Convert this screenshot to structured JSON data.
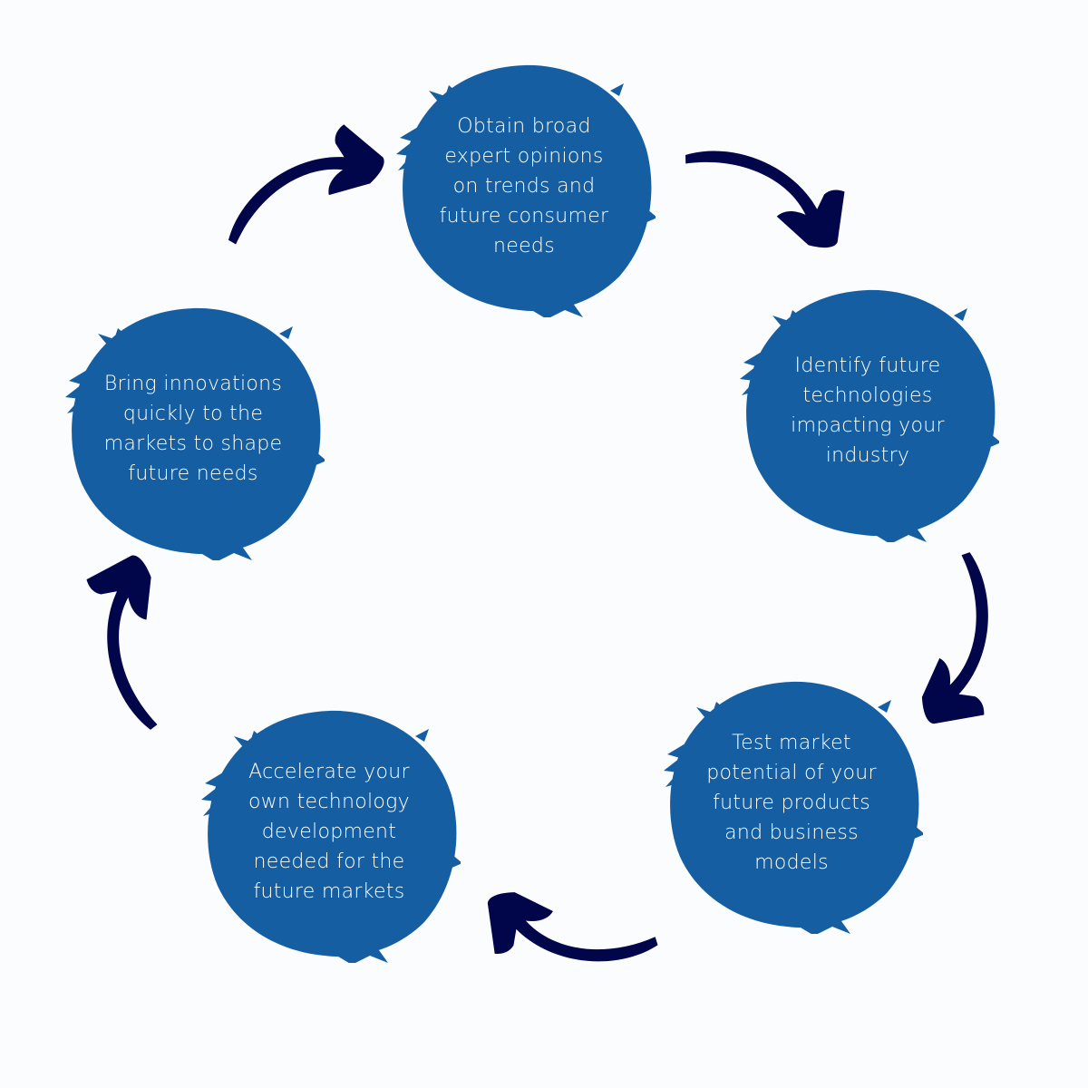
{
  "diagram": {
    "type": "cycle",
    "colors": {
      "background": "#fbfcfd",
      "node_fill": "#155ea2",
      "arrow": "#01064a",
      "text": "#ffffff"
    },
    "nodes": [
      {
        "id": "obtain-opinions",
        "label": "Obtain broad expert opinions on trends and future consumer needs"
      },
      {
        "id": "identify-technologies",
        "label": "Identify future technologies impacting your industry"
      },
      {
        "id": "test-market",
        "label": "Test market potential of your future products and business models"
      },
      {
        "id": "accelerate-development",
        "label": "Accelerate your own technology development needed for the future markets"
      },
      {
        "id": "bring-innovations",
        "label": "Bring innovations quickly to the markets to shape future needs"
      }
    ],
    "edges": [
      {
        "from": "obtain-opinions",
        "to": "identify-technologies"
      },
      {
        "from": "identify-technologies",
        "to": "test-market"
      },
      {
        "from": "test-market",
        "to": "accelerate-development"
      },
      {
        "from": "accelerate-development",
        "to": "bring-innovations"
      },
      {
        "from": "bring-innovations",
        "to": "obtain-opinions"
      }
    ]
  }
}
